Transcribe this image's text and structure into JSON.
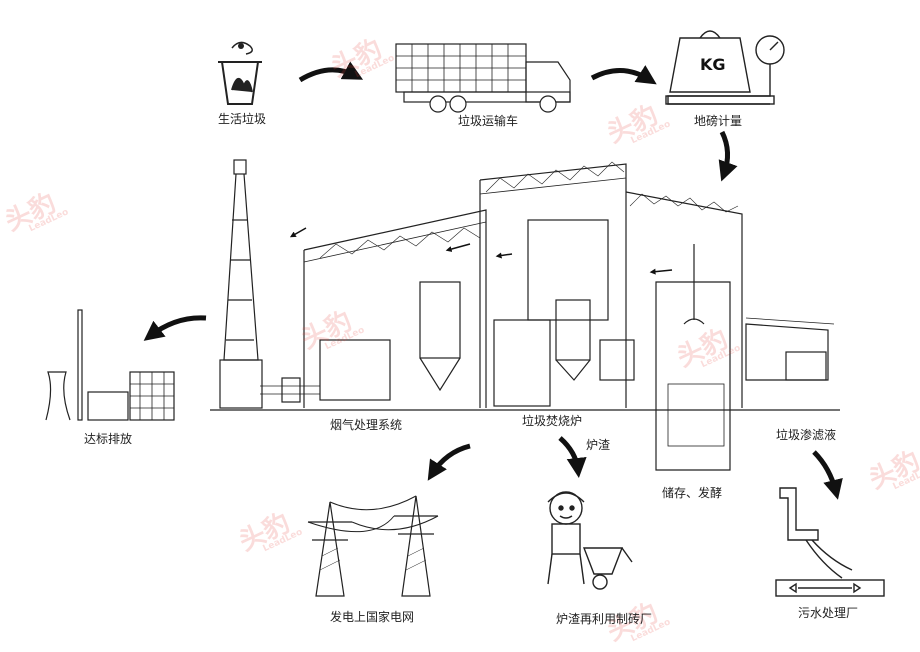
{
  "labels": {
    "garbage": "生活垃圾",
    "truck": "垃圾运输车",
    "scale": "地磅计量",
    "discharge": "达标排放",
    "flue_gas": "烟气处理系统",
    "incinerator": "垃圾焚烧炉",
    "leachate": "垃圾渗滤液",
    "slag": "炉渣",
    "storage": "储存、发酵",
    "power": "发电上国家电网",
    "brick": "炉渣再利用制砖厂",
    "sewage": "污水处理厂"
  },
  "scale_text": "KG",
  "watermark": {
    "text": "头豹",
    "sub": "LeadLeo"
  },
  "colors": {
    "line": "#222222",
    "watermark": "#e8453c"
  }
}
